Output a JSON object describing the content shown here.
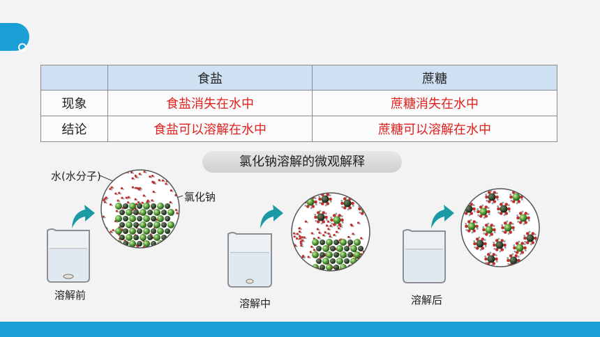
{
  "table": {
    "headers": [
      "",
      "食盐",
      "蔗糖"
    ],
    "rows": [
      {
        "label": "现象",
        "salt": "食盐消失在水中",
        "sugar": "蔗糖消失在水中"
      },
      {
        "label": "结论",
        "salt": "食盐可以溶解在水中",
        "sugar": "蔗糖可以溶解在水中"
      }
    ]
  },
  "diagram": {
    "title": "氯化钠溶解的微观解释",
    "water_label": "水(水分子)",
    "nacl_label": "氯化钠",
    "stages": [
      "溶解前",
      "溶解中",
      "溶解后"
    ]
  },
  "colors": {
    "accent": "#1aa0d6",
    "answer": "#e0201e",
    "header_fill": "#cfe0f3",
    "arrow": "#1b9aa6"
  }
}
